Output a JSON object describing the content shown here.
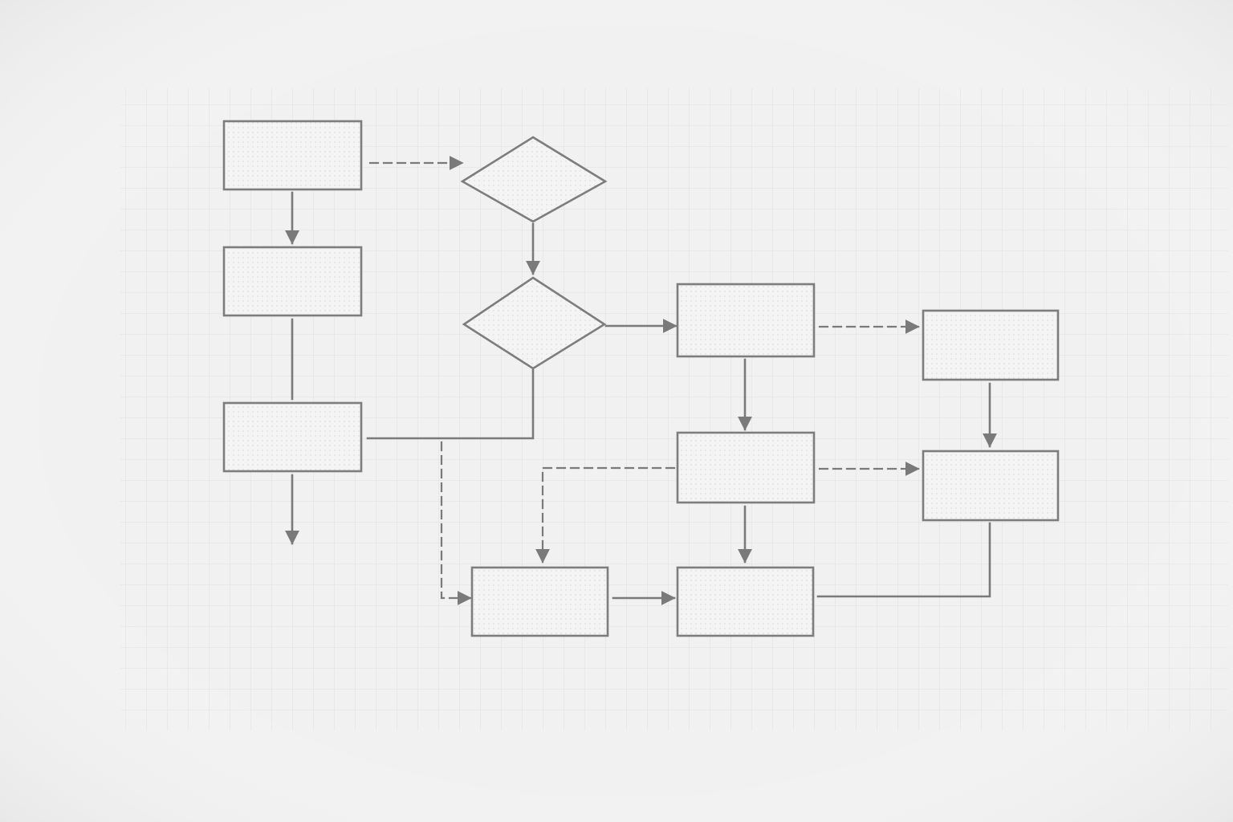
{
  "colors": {
    "paper": "#f1f1f1",
    "grid": "#dcdcdc",
    "stroke": "#7a7a7a"
  },
  "nodes": [
    {
      "id": "r1",
      "shape": "rectangle"
    },
    {
      "id": "r2",
      "shape": "rectangle"
    },
    {
      "id": "r3",
      "shape": "rectangle"
    },
    {
      "id": "d1",
      "shape": "diamond"
    },
    {
      "id": "d2",
      "shape": "diamond"
    },
    {
      "id": "r4",
      "shape": "rectangle"
    },
    {
      "id": "r5",
      "shape": "rectangle"
    },
    {
      "id": "r6",
      "shape": "rectangle"
    },
    {
      "id": "r7",
      "shape": "rectangle"
    },
    {
      "id": "r8",
      "shape": "rectangle"
    },
    {
      "id": "r9",
      "shape": "rectangle"
    }
  ],
  "edges": [
    {
      "from": "r1",
      "to": "r2",
      "style": "solid",
      "arrow": true
    },
    {
      "from": "r1",
      "to": "d1",
      "style": "dashed",
      "arrow": true
    },
    {
      "from": "r2",
      "to": "r3",
      "style": "solid",
      "arrow": false
    },
    {
      "from": "r3",
      "to": "exit",
      "style": "solid",
      "arrow": true
    },
    {
      "from": "d1",
      "to": "d2",
      "style": "solid",
      "arrow": true
    },
    {
      "from": "d2",
      "to": "r3",
      "style": "solid",
      "arrow": false
    },
    {
      "from": "d2",
      "to": "r4",
      "style": "solid",
      "arrow": true
    },
    {
      "from": "r3",
      "to": "r7",
      "style": "dashed",
      "arrow": true
    },
    {
      "from": "r4",
      "to": "r5",
      "style": "dashed",
      "arrow": true
    },
    {
      "from": "r4",
      "to": "r6",
      "style": "solid",
      "arrow": true
    },
    {
      "from": "r7",
      "to": "r6",
      "style": "dashed",
      "arrow": true
    },
    {
      "from": "r6",
      "to": "r9",
      "style": "dashed",
      "arrow": true
    },
    {
      "from": "r5",
      "to": "r9",
      "style": "solid",
      "arrow": true
    },
    {
      "from": "r6",
      "to": "r8",
      "style": "solid",
      "arrow": true
    },
    {
      "from": "r7",
      "to": "r8",
      "style": "solid",
      "arrow": true
    },
    {
      "from": "r9",
      "to": "r8",
      "style": "solid",
      "arrow": false
    }
  ]
}
